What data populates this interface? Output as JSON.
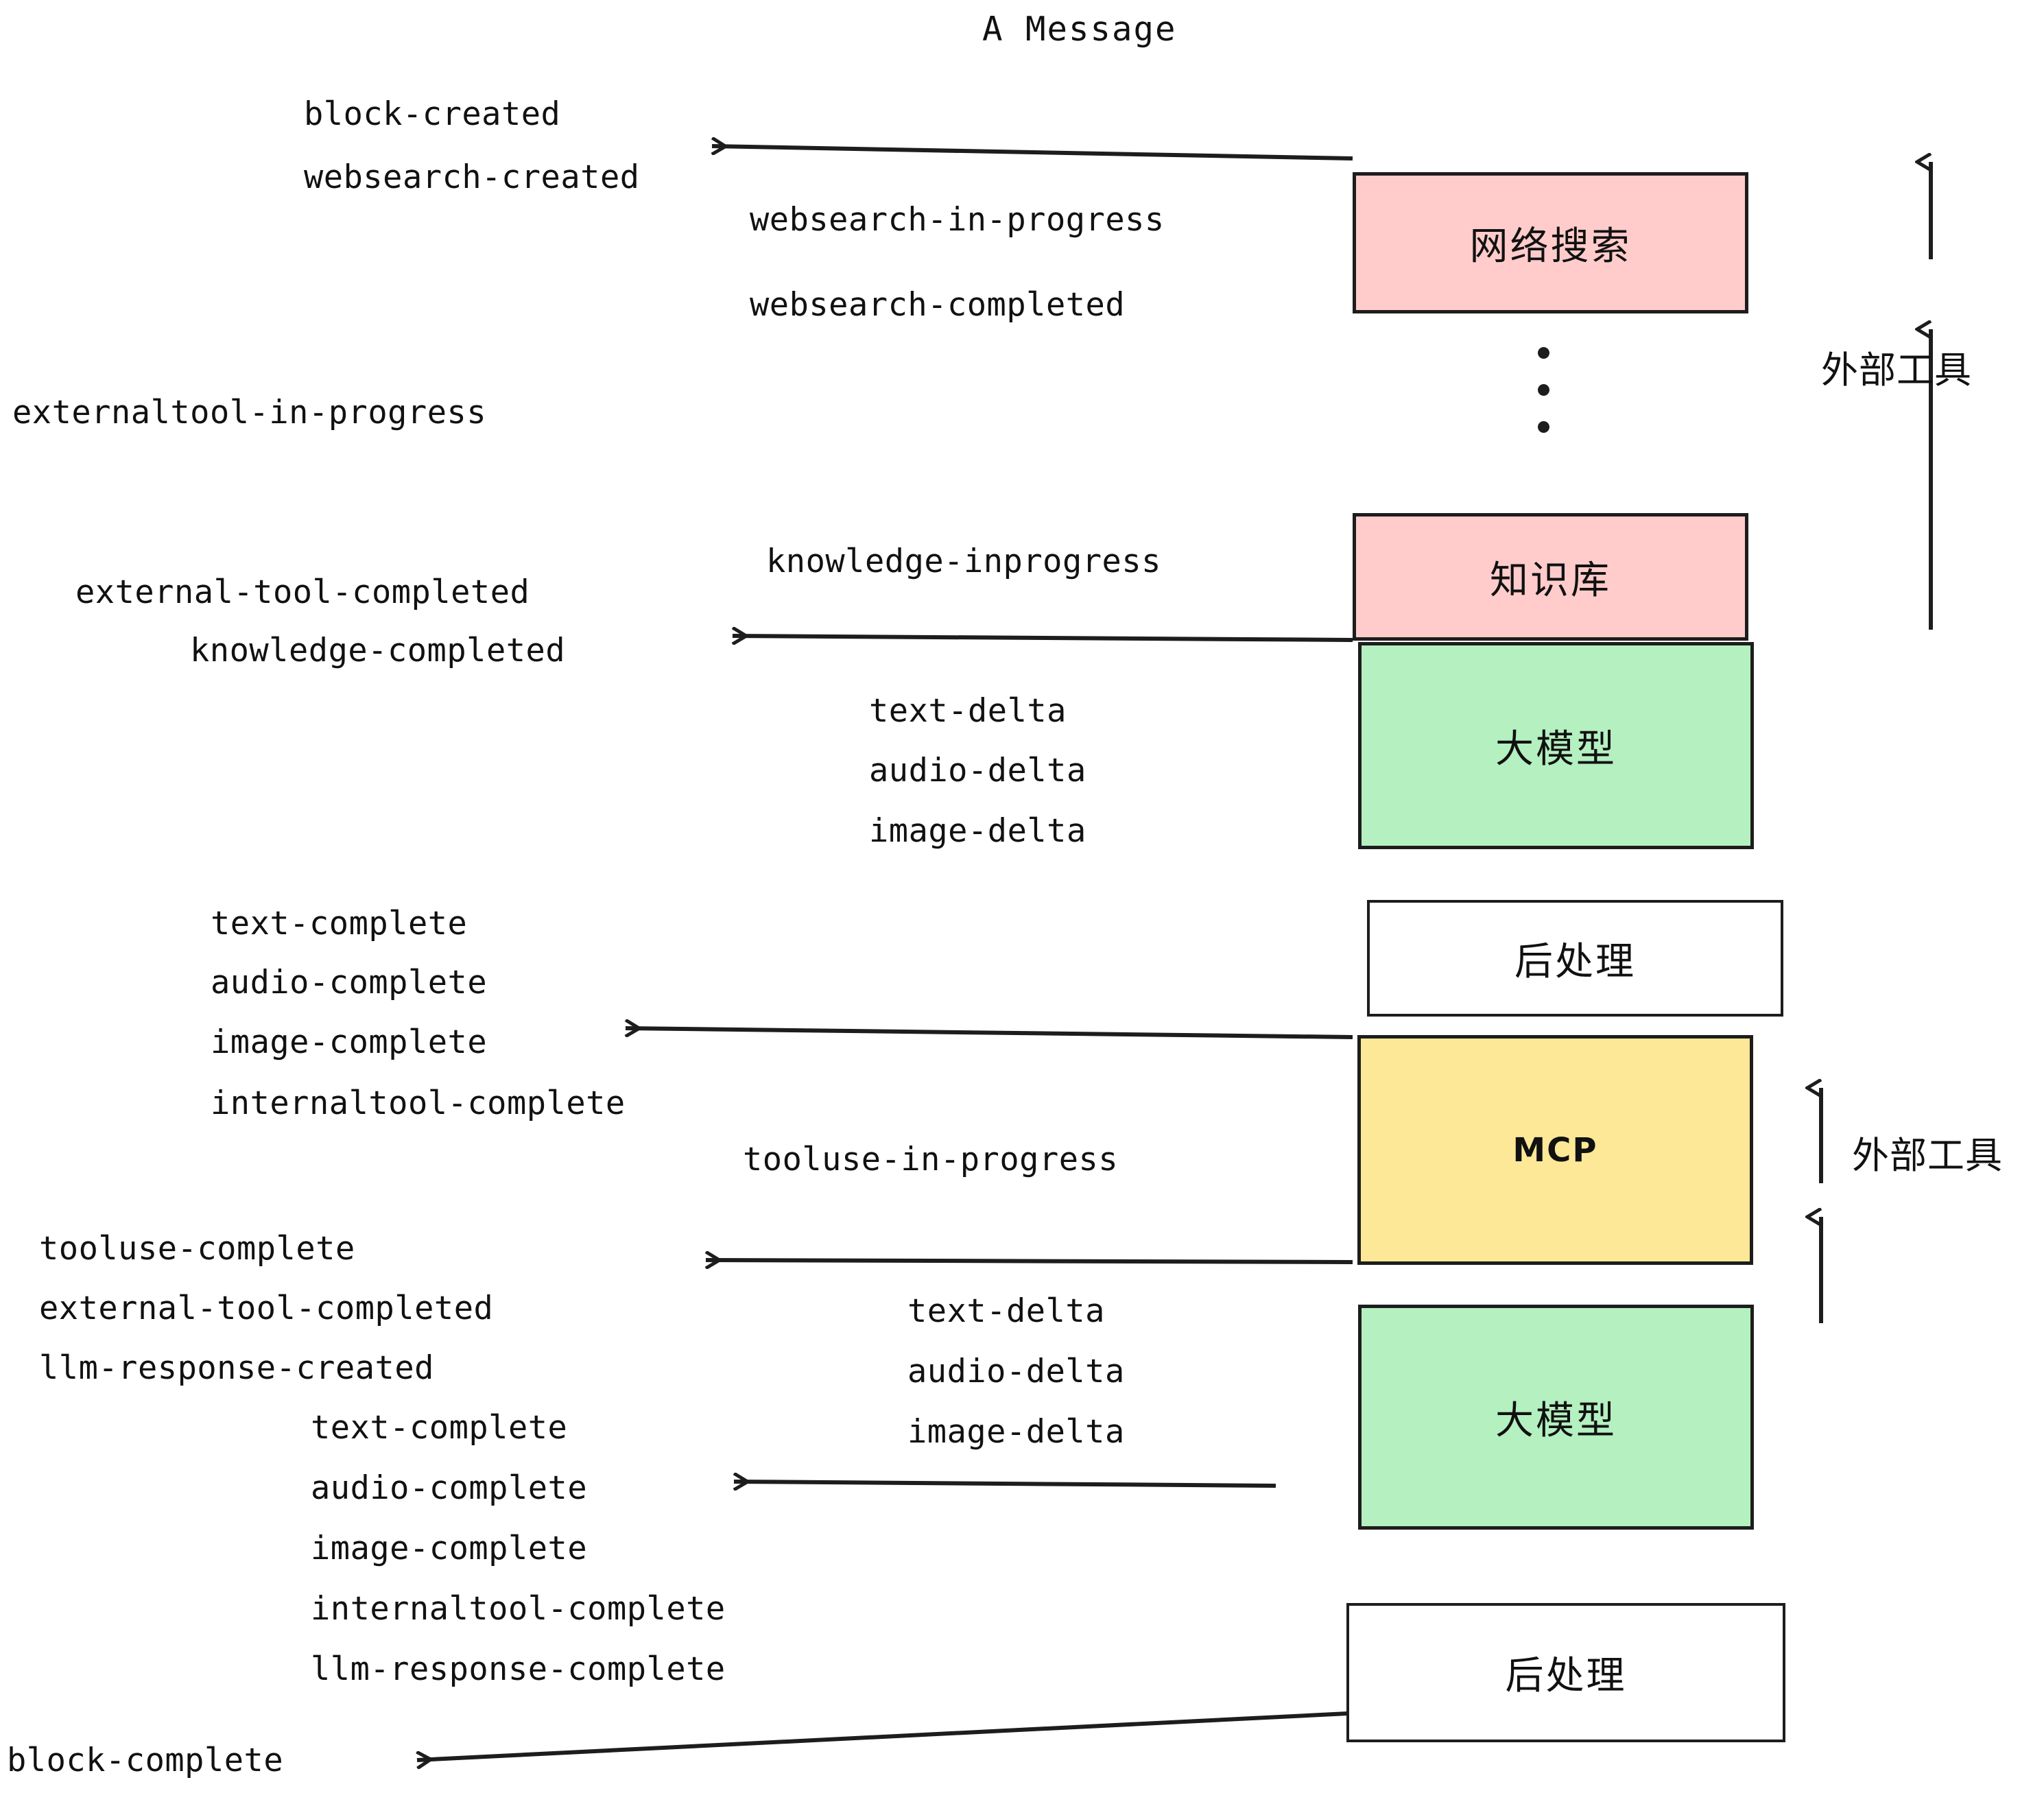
{
  "title": "A Message",
  "colors": {
    "pink": "#FFCCCB",
    "green": "#B4F0C0",
    "yellow": "#FCE896",
    "white": "#FFFFFF",
    "stroke": "#1D1D1D",
    "text": "#111111"
  },
  "boxes": [
    {
      "id": "websearch",
      "label": "网络搜索",
      "fill": "pink"
    },
    {
      "id": "knowledge",
      "label": "知识库",
      "fill": "pink"
    },
    {
      "id": "llm-1",
      "label": "大模型",
      "fill": "green"
    },
    {
      "id": "postprocess-1",
      "label": "后处理",
      "fill": "white"
    },
    {
      "id": "mcp",
      "label": "MCP",
      "fill": "yellow"
    },
    {
      "id": "llm-2",
      "label": "大模型",
      "fill": "green"
    },
    {
      "id": "postprocess-2",
      "label": "后处理",
      "fill": "white"
    }
  ],
  "side_labels": [
    {
      "id": "external-tool-top",
      "label": "外部工具"
    },
    {
      "id": "external-tool-bottom",
      "label": "外部工具"
    }
  ],
  "events": [
    {
      "id": "block-created",
      "text": "block-created"
    },
    {
      "id": "websearch-created",
      "text": "websearch-created"
    },
    {
      "id": "websearch-in-progress",
      "text": "websearch-in-progress"
    },
    {
      "id": "websearch-completed",
      "text": "websearch-completed"
    },
    {
      "id": "externaltool-in-progress",
      "text": "externaltool-in-progress"
    },
    {
      "id": "knowledge-inprogress",
      "text": "knowledge-inprogress"
    },
    {
      "id": "external-tool-completed-1",
      "text": "external-tool-completed"
    },
    {
      "id": "knowledge-completed",
      "text": "knowledge-completed"
    },
    {
      "id": "text-delta-1",
      "text": "text-delta"
    },
    {
      "id": "audio-delta-1",
      "text": "audio-delta"
    },
    {
      "id": "image-delta-1",
      "text": "image-delta"
    },
    {
      "id": "text-complete-1",
      "text": "text-complete"
    },
    {
      "id": "audio-complete-1",
      "text": "audio-complete"
    },
    {
      "id": "image-complete-1",
      "text": "image-complete"
    },
    {
      "id": "internaltool-complete-1",
      "text": "internaltool-complete"
    },
    {
      "id": "tooluse-in-progress",
      "text": "tooluse-in-progress"
    },
    {
      "id": "tooluse-complete",
      "text": "tooluse-complete"
    },
    {
      "id": "external-tool-completed-2",
      "text": "external-tool-completed"
    },
    {
      "id": "llm-response-created",
      "text": "llm-response-created"
    },
    {
      "id": "text-complete-2",
      "text": "text-complete"
    },
    {
      "id": "audio-complete-2",
      "text": "audio-complete"
    },
    {
      "id": "image-complete-2",
      "text": "image-complete"
    },
    {
      "id": "internaltool-complete-2",
      "text": "internaltool-complete"
    },
    {
      "id": "llm-response-complete",
      "text": "llm-response-complete"
    },
    {
      "id": "text-delta-2",
      "text": "text-delta"
    },
    {
      "id": "audio-delta-2",
      "text": "audio-delta"
    },
    {
      "id": "image-delta-2",
      "text": "image-delta"
    },
    {
      "id": "block-complete",
      "text": "block-complete"
    }
  ],
  "chart_data": {
    "type": "diagram",
    "title": "A Message",
    "description": "Streaming event sequence diagram for a message block, showing events emitted to the left while stacked processing stages appear on the right.",
    "stages": [
      "网络搜索",
      "知识库",
      "大模型",
      "后处理",
      "MCP",
      "大模型",
      "后处理"
    ],
    "arrows": [
      {
        "from": "网络搜索",
        "to": "block-created / websearch-created",
        "direction": "left"
      },
      {
        "from": "知识库",
        "to": "knowledge-completed",
        "direction": "left"
      },
      {
        "from": "后处理",
        "to": "image-complete",
        "direction": "left"
      },
      {
        "from": "MCP",
        "to": "tooluse-complete",
        "direction": "left"
      },
      {
        "from": "大模型",
        "to": "audio-complete",
        "direction": "left"
      },
      {
        "from": "后处理",
        "to": "block-complete",
        "direction": "left"
      }
    ]
  }
}
